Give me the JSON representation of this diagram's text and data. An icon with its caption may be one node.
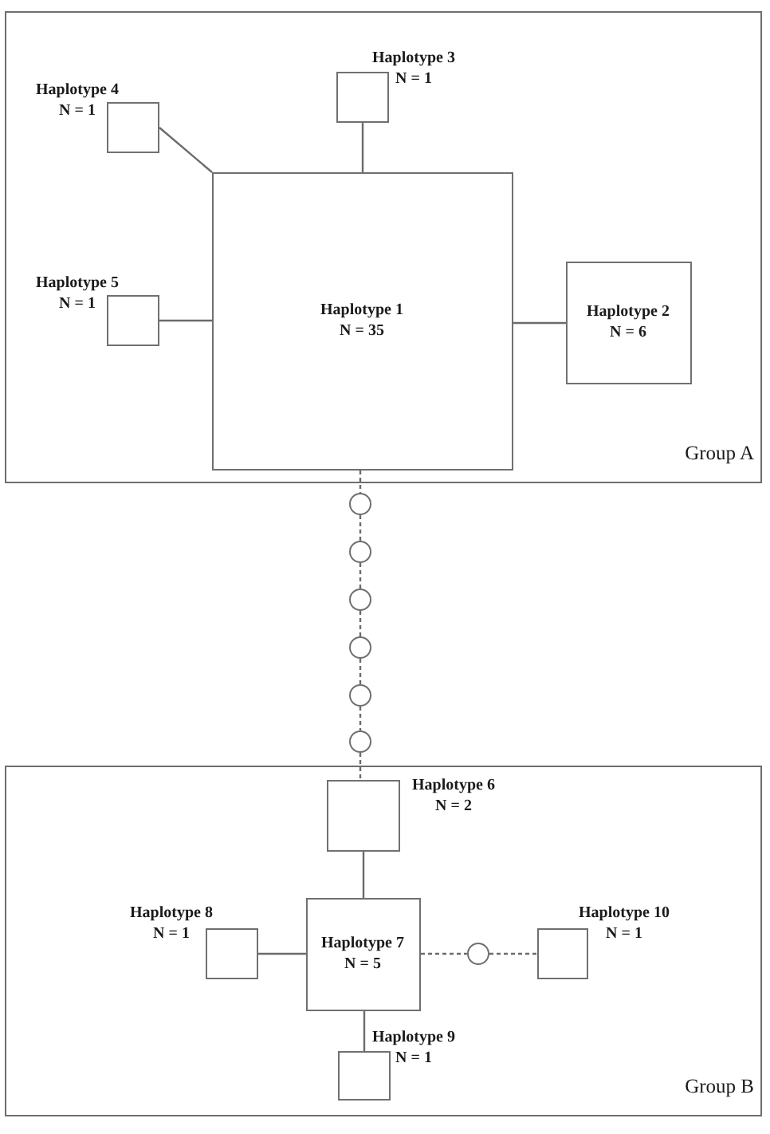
{
  "diagram": {
    "nodes": [
      {
        "text": [
          "Group A"
        ]
      },
      {
        "text": [
          "Haplotype 1",
          "N = 35"
        ],
        "in": 0
      },
      {
        "text": [
          "Haplotype 2",
          "N = 6"
        ],
        "in": 0
      },
      {
        "text": [
          "Haplotype 3",
          "N = 1"
        ],
        "in": 0
      },
      {
        "text": [
          "Haplotype 4",
          "N = 1"
        ],
        "in": 0
      },
      {
        "text": [
          "Haplotype 5",
          "N = 1"
        ],
        "in": 0
      },
      {
        "text": [],
        "shape": "circle"
      },
      {
        "text": [],
        "shape": "circle"
      },
      {
        "text": [],
        "shape": "circle"
      },
      {
        "text": [],
        "shape": "circle"
      },
      {
        "text": [],
        "shape": "circle"
      },
      {
        "text": [],
        "shape": "circle"
      },
      {
        "text": [
          "Group B"
        ]
      },
      {
        "text": [
          "Haplotype 6",
          "N = 2"
        ],
        "in": 12
      },
      {
        "text": [
          "Haplotype 7",
          "N = 5"
        ],
        "in": 12
      },
      {
        "text": [
          "Haplotype 8",
          "N = 1"
        ],
        "in": 12
      },
      {
        "text": [
          "Haplotype 9",
          "N = 1"
        ],
        "in": 12
      },
      {
        "text": [
          "Haplotype 10",
          "N = 1"
        ],
        "in": 12
      },
      {
        "text": [],
        "shape": "circle",
        "in": 12
      }
    ],
    "edges": [
      {
        "from": 3,
        "to": 1,
        "arrow": "none"
      },
      {
        "from": 4,
        "to": 1,
        "arrow": "none"
      },
      {
        "from": 5,
        "to": 1,
        "arrow": "none"
      },
      {
        "from": 1,
        "to": 2,
        "arrow": "none"
      },
      {
        "from": 1,
        "to": 6,
        "arrow": "none",
        "style": "dashed"
      },
      {
        "from": 6,
        "to": 7,
        "arrow": "none",
        "style": "dashed"
      },
      {
        "from": 7,
        "to": 8,
        "arrow": "none",
        "style": "dashed"
      },
      {
        "from": 8,
        "to": 9,
        "arrow": "none",
        "style": "dashed"
      },
      {
        "from": 9,
        "to": 10,
        "arrow": "none",
        "style": "dashed"
      },
      {
        "from": 10,
        "to": 11,
        "arrow": "none",
        "style": "dashed"
      },
      {
        "from": 11,
        "to": 13,
        "arrow": "none",
        "style": "dashed"
      },
      {
        "from": 13,
        "to": 14,
        "arrow": "none"
      },
      {
        "from": 15,
        "to": 14,
        "arrow": "none"
      },
      {
        "from": 14,
        "to": 16,
        "arrow": "none"
      },
      {
        "from": 14,
        "to": 18,
        "arrow": "none",
        "style": "dashed"
      },
      {
        "from": 18,
        "to": 17,
        "arrow": "none",
        "style": "dashed"
      }
    ]
  }
}
